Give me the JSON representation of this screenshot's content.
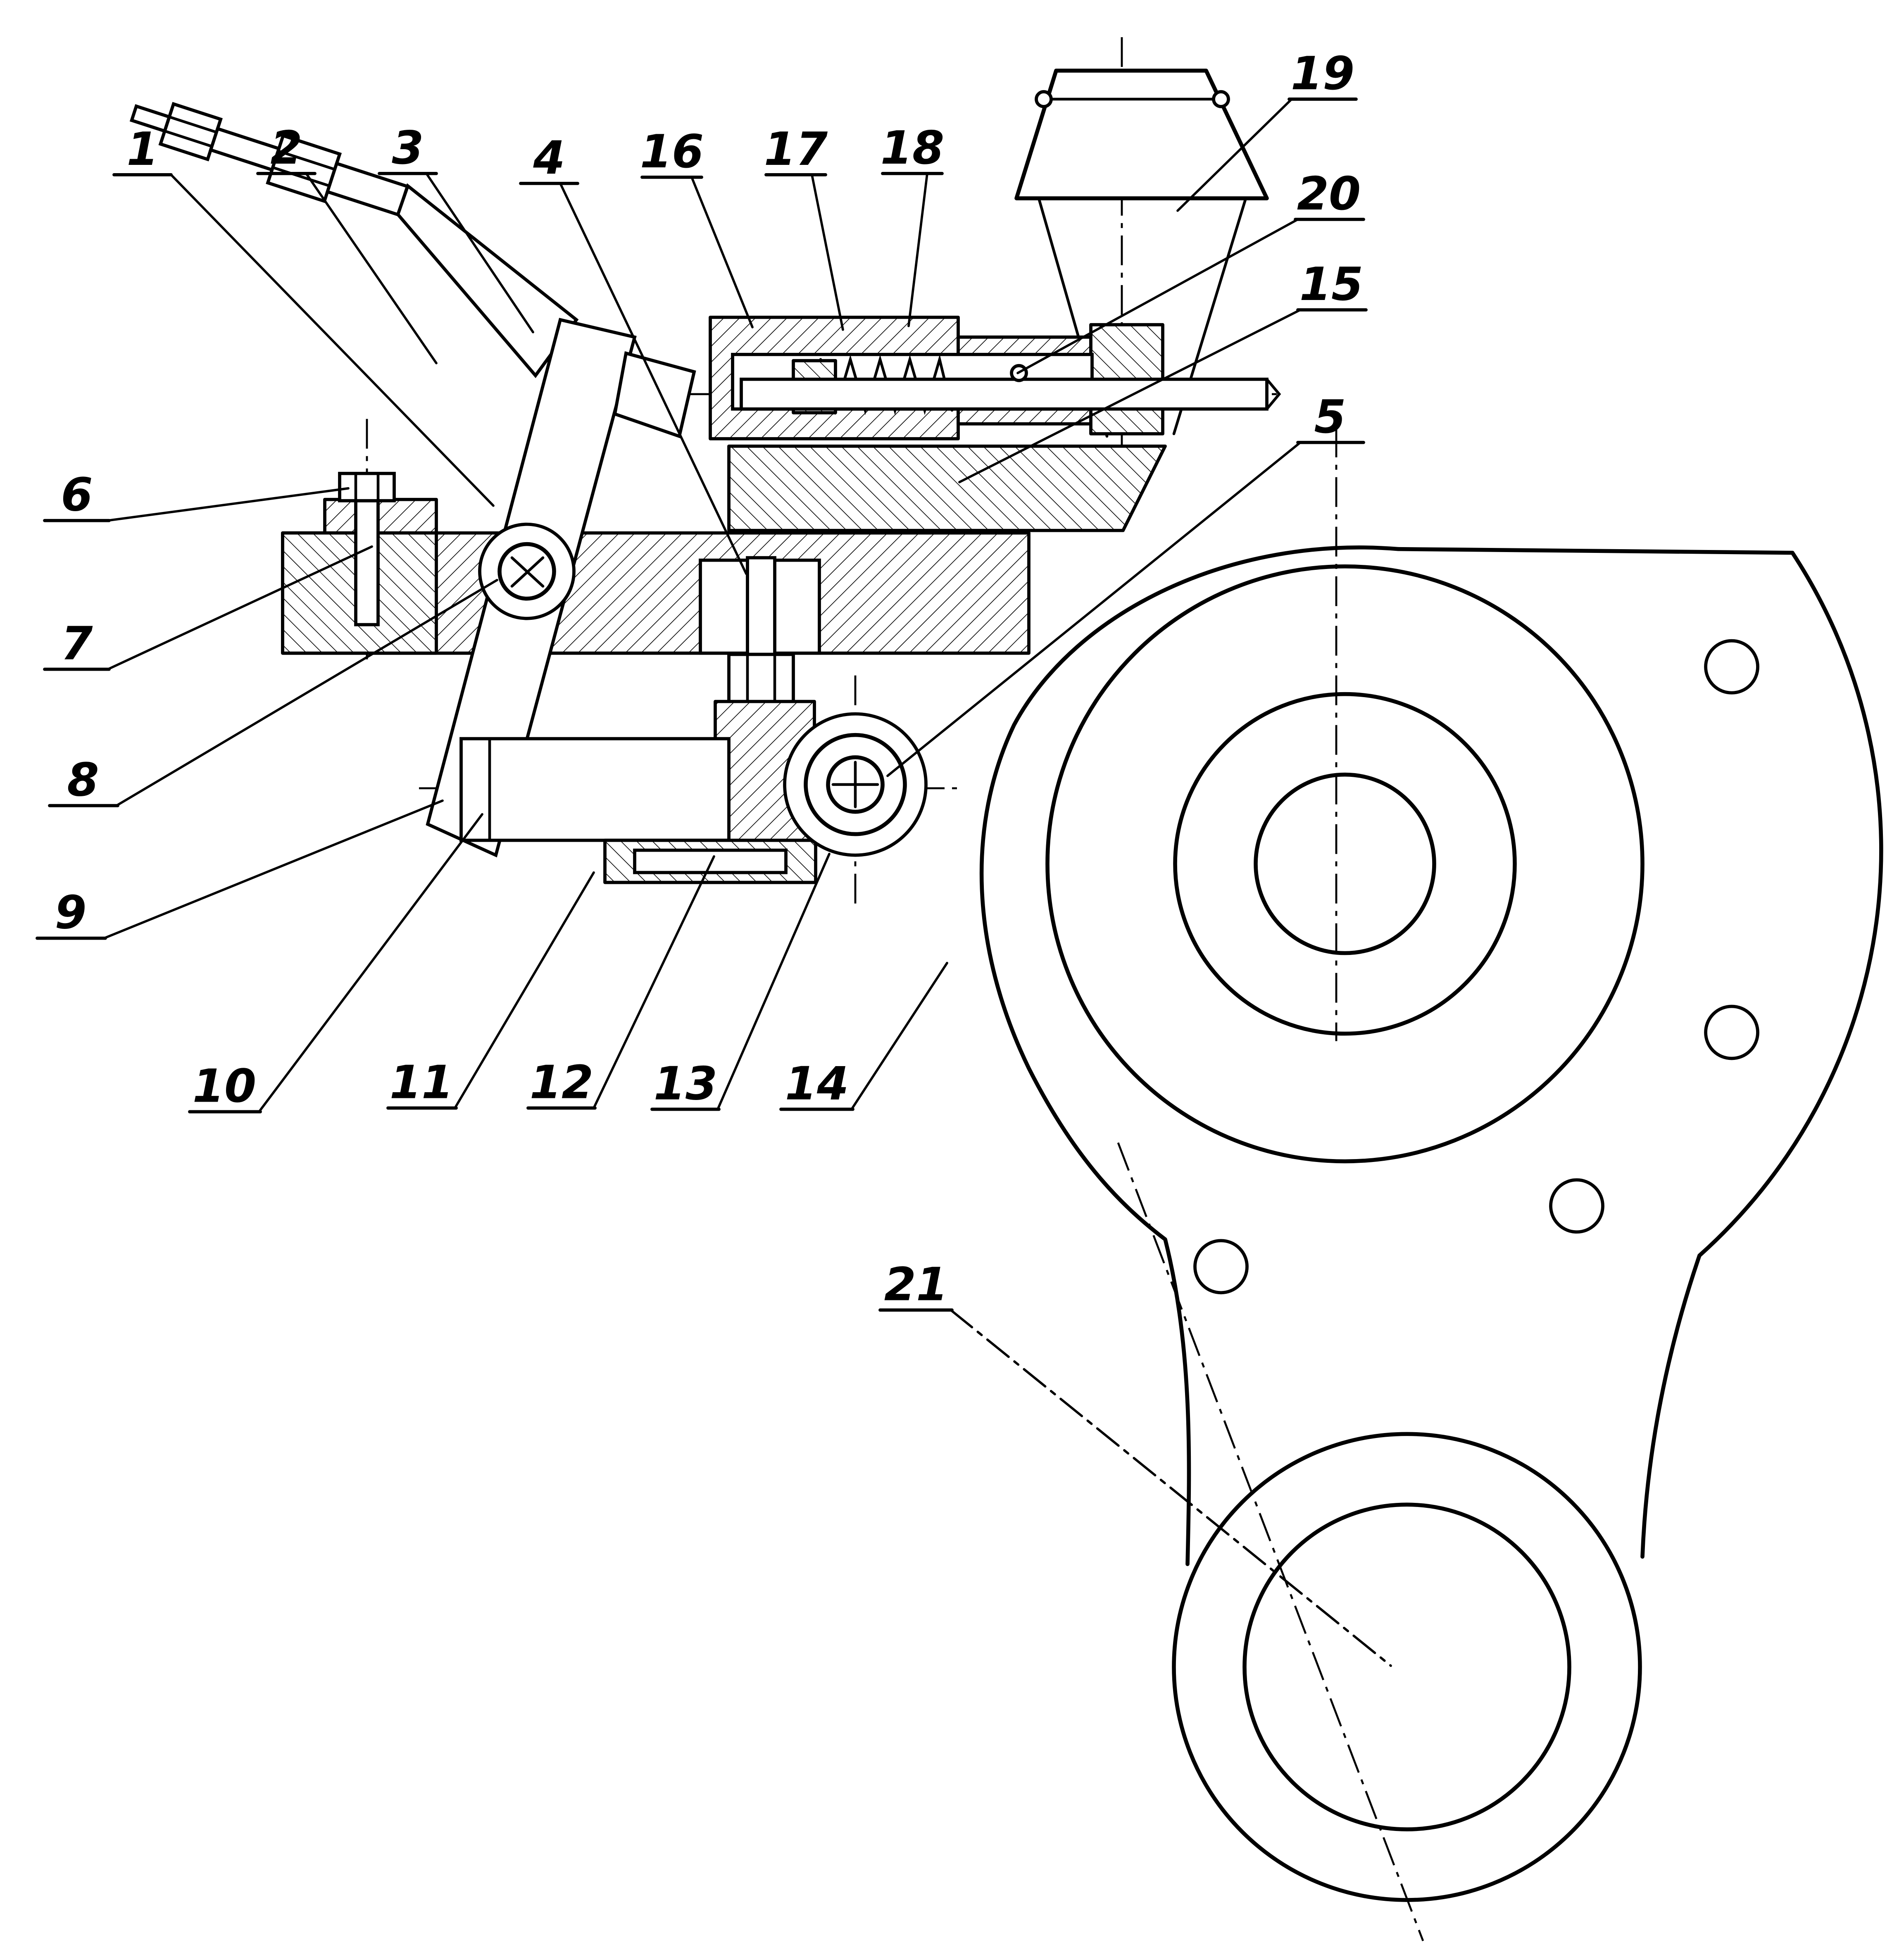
{
  "colors": {
    "ink": "#000000",
    "paper": "#ffffff"
  },
  "callouts": [
    {
      "label": "1"
    },
    {
      "label": "2"
    },
    {
      "label": "3"
    },
    {
      "label": "4"
    },
    {
      "label": "5"
    },
    {
      "label": "6"
    },
    {
      "label": "7"
    },
    {
      "label": "8"
    },
    {
      "label": "9"
    },
    {
      "label": "10"
    },
    {
      "label": "11"
    },
    {
      "label": "12"
    },
    {
      "label": "13"
    },
    {
      "label": "14"
    },
    {
      "label": "15"
    },
    {
      "label": "16"
    },
    {
      "label": "17"
    },
    {
      "label": "18"
    },
    {
      "label": "19"
    },
    {
      "label": "20"
    },
    {
      "label": "21"
    }
  ]
}
